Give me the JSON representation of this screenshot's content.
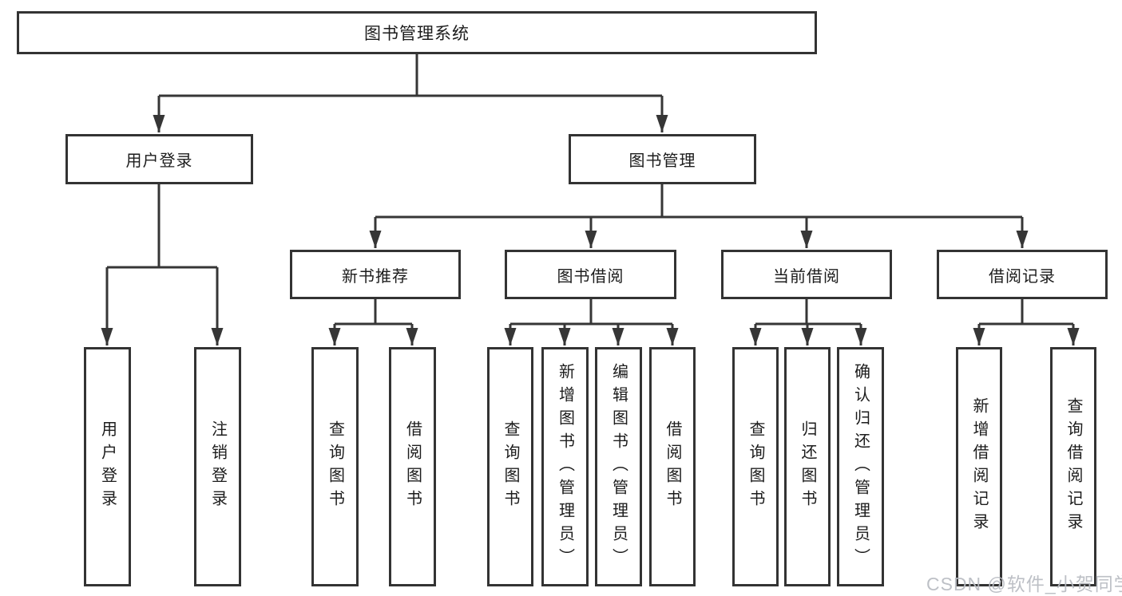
{
  "tree": {
    "root": "图书管理系统",
    "branches": [
      {
        "label": "用户登录",
        "children": [
          "用户登录",
          "注销登录"
        ]
      },
      {
        "label": "图书管理",
        "groups": [
          {
            "label": "新书推荐",
            "children": [
              "查询图书",
              "借阅图书"
            ]
          },
          {
            "label": "图书借阅",
            "children": [
              "查询图书",
              "新增图书（管理员）",
              "编辑图书（管理员）",
              "借阅图书"
            ]
          },
          {
            "label": "当前借阅",
            "children": [
              "查询图书",
              "归还图书",
              "确认归还（管理员）"
            ]
          },
          {
            "label": "借阅记录",
            "children": [
              "新增借阅记录",
              "查询借阅记录"
            ]
          }
        ]
      }
    ]
  },
  "watermark": "CSDN @软件_小贺同学",
  "colors": {
    "line": "#363636",
    "box_border": "#333333",
    "text": "#1c1c1c",
    "watermark": "#b7bbc1"
  }
}
